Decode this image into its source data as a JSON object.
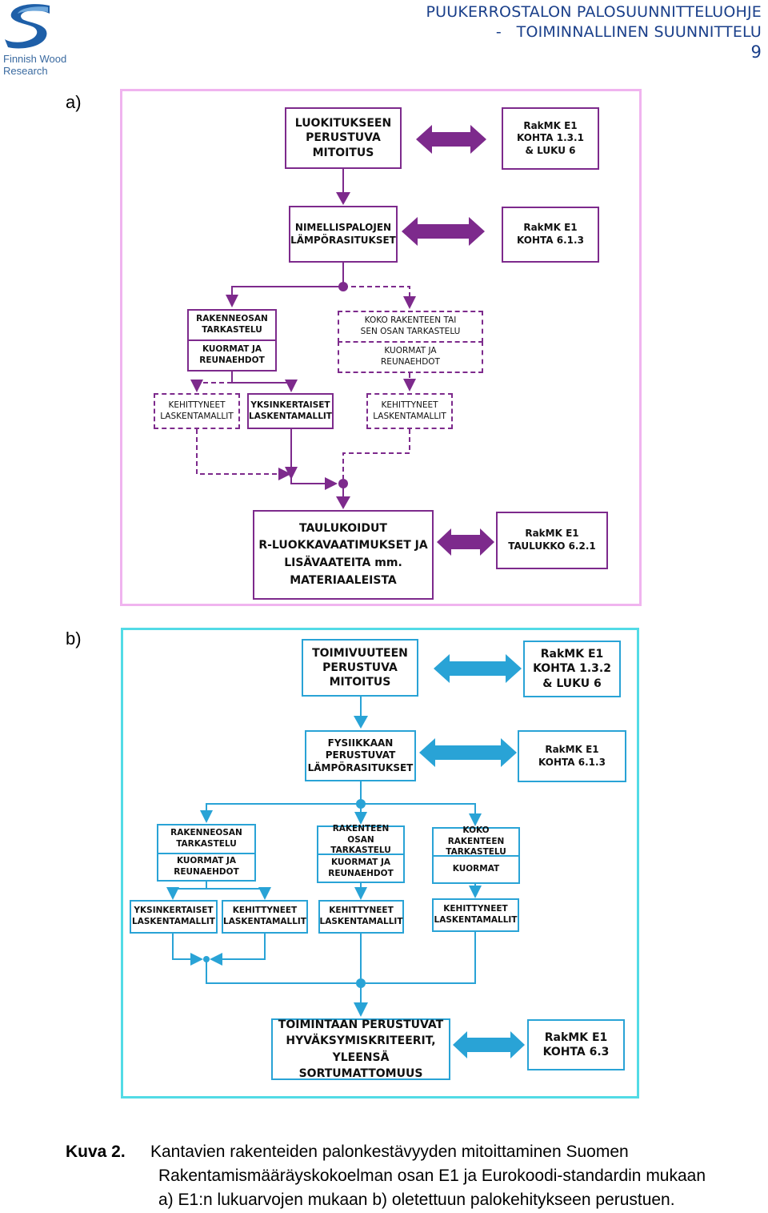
{
  "header": {
    "title_line1": "PUUKERROSTALON PALOSUUNNITTELUOHJE",
    "title_line2": "-   TOIMINNALLINEN SUUNNITTELU",
    "page_number": "9"
  },
  "logo": {
    "line1": "Finnish Wood",
    "line2": "Research"
  },
  "diagram_a": {
    "label": "a)",
    "top_box": "LUOKITUKSEEN\nPERUSTUVA\nMITOITUS",
    "ref1": "RakMK E1\nKOHTA 1.3.1\n& LUKU 6",
    "mid_box": "NIMELLISPALOJEN\nLÄMPÖRASITUKSET",
    "ref2": "RakMK  E1\nKOHTA 6.1.3",
    "left_head": "RAKENNEOSAN\nTARKASTELU",
    "left_sub": "KUORMAT JA\nREUNAEHDOT",
    "right_head": "KOKO RAKENTEEN TAI\nSEN OSAN TARKASTELU",
    "right_sub": "KUORMAT JA\nREUNAEHDOT",
    "adv1": "KEHITTYNEET\nLASKENTAMALLIT",
    "simple": "YKSINKERTAISET\nLASKENTAMALLIT",
    "adv2": "KEHITTYNEET\nLASKENTAMALLIT",
    "bottom_box": "TAULUKOIDUT\nR-LUOKKAVAATIMUKSET JA\nLISÄVAATEITA mm.\nMATERIAALEISTA",
    "ref3": "RakMK  E1\nTAULUKKO 6.2.1"
  },
  "diagram_b": {
    "label": "b)",
    "top_box": "TOIMIVUUTEEN\nPERUSTUVA\nMITOITUS",
    "ref1": "RakMK E1\nKOHTA 1.3.2\n& LUKU 6",
    "mid_box": "FYSIIKKAAN\nPERUSTUVAT\nLÄMPÖRASITUKSET",
    "ref2": "RakMK  E1\nKOHTA 6.1.3",
    "col1_head": "RAKENNEOSAN\nTARKASTELU",
    "col1_sub": "KUORMAT JA\nREUNAEHDOT",
    "col2_head": "RAKENTEEN OSAN\nTARKASTELU",
    "col2_sub": "KUORMAT JA\nREUNAEHDOT",
    "col3_head": "KOKO RAKENTEEN\nTARKASTELU",
    "col3_sub": "KUORMAT",
    "simple": "YKSINKERTAISET\nLASKENTAMALLIT",
    "adv1": "KEHITTYNEET\nLASKENTAMALLIT",
    "adv2": "KEHITTYNEET\nLASKENTAMALLIT",
    "adv3": "KEHITTYNEET\nLASKENTAMALLIT",
    "bottom_box": "TOIMINTAAN PERUSTUVAT\nHYVÄKSYMISKRITEERIT,\nYLEENSÄ SORTUMATTOMUUS",
    "ref3": "RakMK  E1\nKOHTA 6.3"
  },
  "caption": {
    "label": "Kuva 2.",
    "line1": "Kantavien rakenteiden palonkestävyyden mitoittaminen Suomen",
    "line2": "Rakentamismääräyskokoelman osan E1 ja Eurokoodi-standardin mukaan",
    "line3": "a) E1:n lukuarvojen mukaan b) oletettuun palokehitykseen perustuen."
  },
  "colors": {
    "purple": "#7d2a8c",
    "purple_frame": "#f0b4ef",
    "blue": "#29a3d6",
    "blue_frame": "#52dbe6",
    "header_blue": "#1a3f8a"
  }
}
